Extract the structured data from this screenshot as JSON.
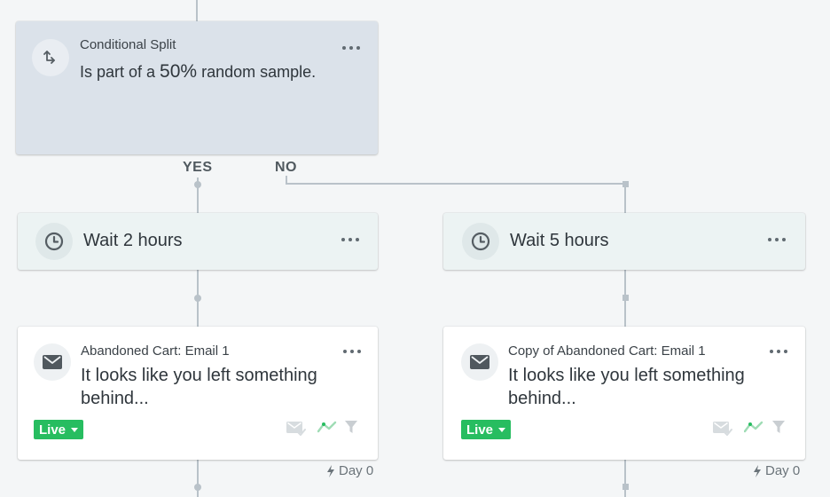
{
  "split": {
    "title": "Conditional Split",
    "prefix": "Is part of a ",
    "percent": "50%",
    "suffix": " random sample.",
    "yes_label": "YES",
    "no_label": "NO"
  },
  "wait_left": {
    "label": "Wait 2 hours"
  },
  "wait_right": {
    "label": "Wait 5 hours"
  },
  "email_left": {
    "title": "Abandoned Cart: Email 1",
    "body_line1": "It looks like you left something",
    "body_line2": "behind...",
    "status": "Live",
    "day": "Day 0"
  },
  "email_right": {
    "title": "Copy of Abandoned Cart: Email 1",
    "body_line1": "It looks like you left something",
    "body_line2": "behind...",
    "status": "Live",
    "day": "Day 0"
  },
  "colors": {
    "live_green": "#27bd60",
    "connector": "#b9c2c9",
    "split_bg": "#dbe2ea",
    "wait_bg": "#ecf3f3"
  }
}
